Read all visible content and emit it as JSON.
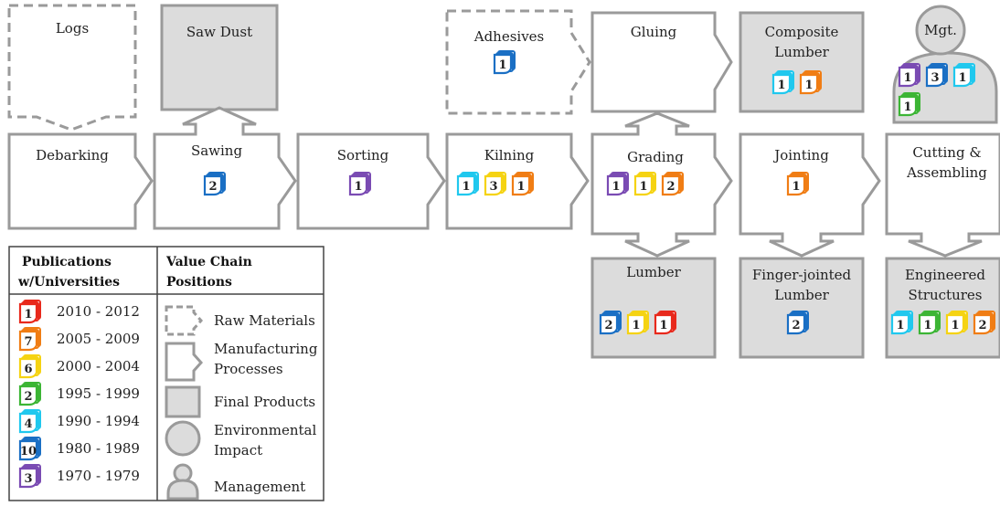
{
  "colors": {
    "2010-2012": "#e8291c",
    "2005-2009": "#f07d14",
    "2000-2004": "#f5d312",
    "1995-1999": "#3cb535",
    "1990-1994": "#20c8ee",
    "1980-1989": "#1a6fc4",
    "1970-1979": "#7a4bb3",
    "border": "#9a9a9a",
    "fill_gray": "#dcdcdc"
  },
  "nodes": {
    "logs": "Logs",
    "saw_dust": "Saw Dust",
    "adhesives": "Adhesives",
    "gluing": "Gluing",
    "composite_1": "Composite",
    "composite_2": "Lumber",
    "mgt": "Mgt.",
    "debarking": "Debarking",
    "sawing": "Sawing",
    "sorting": "Sorting",
    "kilning": "Kilning",
    "grading": "Grading",
    "jointing": "Jointing",
    "cutting_1": "Cutting &",
    "cutting_2": "Assembling",
    "lumber": "Lumber",
    "fj_1": "Finger-jointed",
    "fj_2": "Lumber",
    "eng_1": "Engineered",
    "eng_2": "Structures"
  },
  "badges": {
    "adhesives": [
      {
        "n": "1",
        "c": "1980-1989"
      }
    ],
    "composite": [
      {
        "n": "1",
        "c": "1990-1994"
      },
      {
        "n": "1",
        "c": "2005-2009"
      }
    ],
    "mgt_row1": [
      {
        "n": "1",
        "c": "1970-1979"
      },
      {
        "n": "3",
        "c": "1980-1989"
      },
      {
        "n": "1",
        "c": "1990-1994"
      }
    ],
    "mgt_row2": [
      {
        "n": "1",
        "c": "1995-1999"
      }
    ],
    "sawing": [
      {
        "n": "2",
        "c": "1980-1989"
      }
    ],
    "sorting": [
      {
        "n": "1",
        "c": "1970-1979"
      }
    ],
    "kilning": [
      {
        "n": "1",
        "c": "1990-1994"
      },
      {
        "n": "3",
        "c": "2000-2004"
      },
      {
        "n": "1",
        "c": "2005-2009"
      }
    ],
    "grading": [
      {
        "n": "1",
        "c": "1970-1979"
      },
      {
        "n": "1",
        "c": "2000-2004"
      },
      {
        "n": "2",
        "c": "2005-2009"
      }
    ],
    "jointing": [
      {
        "n": "1",
        "c": "2005-2009"
      }
    ],
    "lumber": [
      {
        "n": "2",
        "c": "1980-1989"
      },
      {
        "n": "1",
        "c": "2000-2004"
      },
      {
        "n": "1",
        "c": "2010-2012"
      }
    ],
    "fj": [
      {
        "n": "2",
        "c": "1980-1989"
      }
    ],
    "eng": [
      {
        "n": "1",
        "c": "1990-1994"
      },
      {
        "n": "1",
        "c": "1995-1999"
      },
      {
        "n": "1",
        "c": "2000-2004"
      },
      {
        "n": "2",
        "c": "2005-2009"
      }
    ]
  },
  "legend": {
    "pub_header_1": "Publications",
    "pub_header_2": "w/Universities",
    "vc_header_1": "Value Chain",
    "vc_header_2": "Positions",
    "periods": [
      {
        "n": "1",
        "c": "2010-2012",
        "label": "2010 - 2012"
      },
      {
        "n": "7",
        "c": "2005-2009",
        "label": "2005 - 2009"
      },
      {
        "n": "6",
        "c": "2000-2004",
        "label": "2000 - 2004"
      },
      {
        "n": "2",
        "c": "1995-1999",
        "label": "1995 - 1999"
      },
      {
        "n": "4",
        "c": "1990-1994",
        "label": "1990 - 1994"
      },
      {
        "n": "10",
        "c": "1980-1989",
        "label": "1980 - 1989"
      },
      {
        "n": "3",
        "c": "1970-1979",
        "label": "1970 - 1979"
      }
    ],
    "raw_materials": "Raw Materials",
    "manufacturing_1": "Manufacturing",
    "manufacturing_2": "Processes",
    "final_products": "Final Products",
    "environmental_1": "Environmental",
    "environmental_2": "Impact",
    "management": "Management"
  }
}
